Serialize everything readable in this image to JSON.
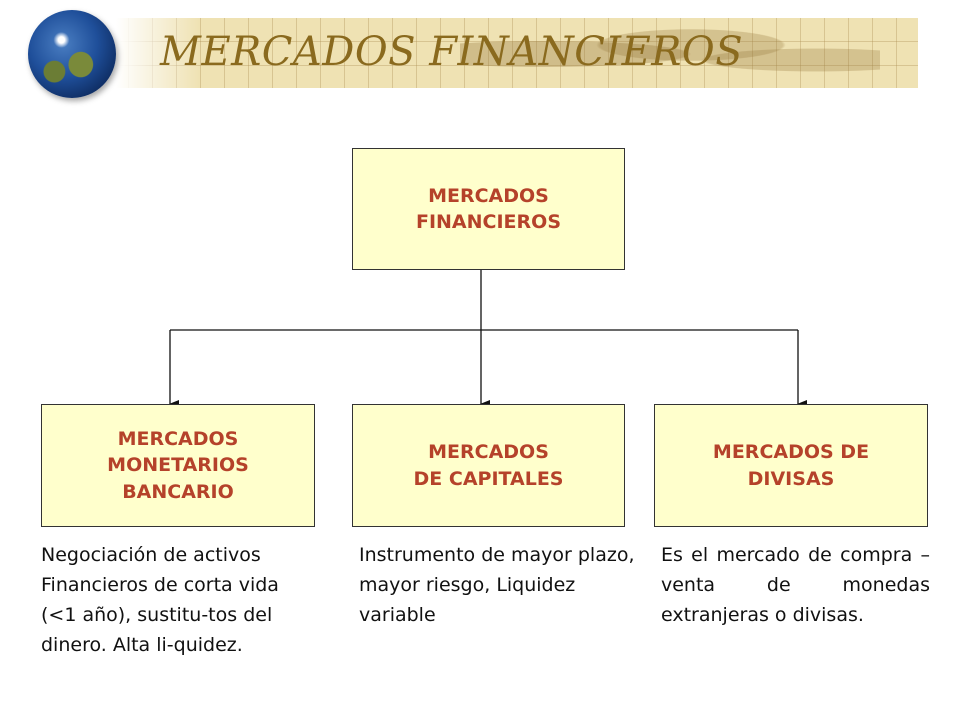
{
  "header": {
    "title": "MERCADOS FINANCIEROS"
  },
  "diagram": {
    "root": "MERCADOS\nFINANCIEROS",
    "children": [
      {
        "label": "MERCADOS\nMONETARIOS\nBANCARIO",
        "description": "Negociación de activos Financieros de corta vida (<1 año), sustitu-tos del dinero. Alta li-quidez."
      },
      {
        "label": "MERCADOS\nDE CAPITALES",
        "description": "Instrumento de mayor plazo, mayor riesgo, Liquidez variable"
      },
      {
        "label": "MERCADOS DE\nDIVISAS",
        "description": "Es el mercado de compra – venta de monedas extranjeras o divisas."
      }
    ]
  },
  "colors": {
    "box_fill": "#ffffcc",
    "box_text": "#b5422a",
    "title_text": "#8a6a1e",
    "banner": "#efe2b3"
  }
}
